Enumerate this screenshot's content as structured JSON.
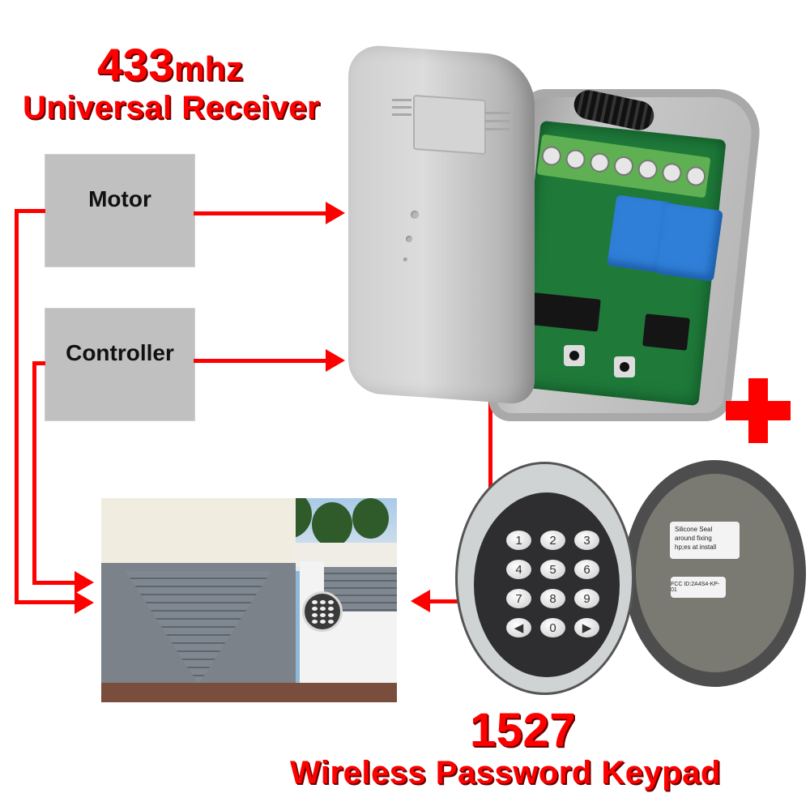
{
  "title": {
    "frequency_number": "433",
    "frequency_unit": "mhz",
    "product": "Universal Receiver"
  },
  "diagram": {
    "boxes": [
      {
        "id": "motor",
        "label": "Motor"
      },
      {
        "id": "controller",
        "label": "Controller"
      }
    ],
    "plus_symbol": "+",
    "accent_color": "#ff0000",
    "box_color": "#c0c0c0"
  },
  "keypad": {
    "model": "1527",
    "name": "Wireless Password Keypad",
    "keys": [
      "1",
      "2",
      "3",
      "4",
      "5",
      "6",
      "7",
      "8",
      "9",
      "◀",
      "0",
      "▶"
    ],
    "back_label_1": [
      "Silicone Seal",
      "around fixing",
      "hp;es at install"
    ],
    "back_label_2": "FCC ID:2A4S4-KP-01"
  }
}
